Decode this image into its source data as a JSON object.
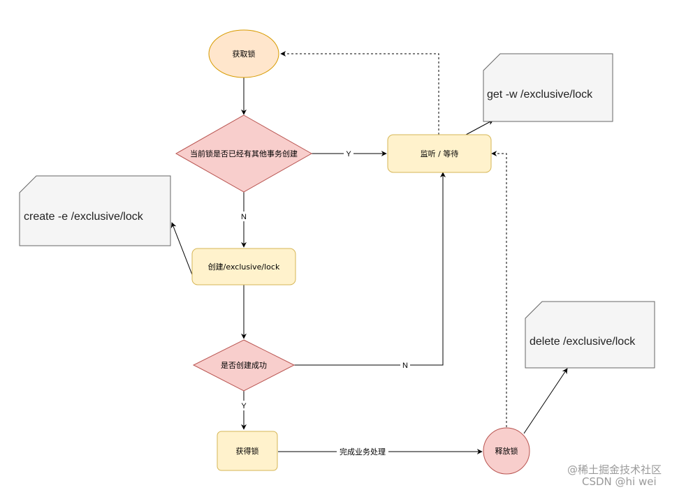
{
  "nodes": {
    "acquire_lock": "获取锁",
    "check_other_tx": "当前锁是否已经有其他事务创建",
    "watch_wait": "监听 / 等待",
    "create_node": "创建/exclusive/lock",
    "create_success": "是否创建成功",
    "got_lock": "获得锁",
    "release_lock": "释放锁"
  },
  "notes": {
    "get_cmd": "get  -w  /exclusive/lock",
    "create_cmd": "create  -e  /exclusive/lock",
    "delete_cmd": "delete   /exclusive/lock"
  },
  "edges": {
    "check_yes": "Y",
    "check_no": "N",
    "success_no": "N",
    "success_yes": "Y",
    "finish_business": "完成业务处理"
  },
  "watermark": {
    "line1": "@稀土掘金技术社区",
    "line2": "CSDN @hi wei"
  },
  "colors": {
    "ellipse_fill": "#ffe6cc",
    "ellipse_stroke": "#d79b00",
    "diamond_fill": "#f8cecc",
    "diamond_stroke": "#b85450",
    "process_fill": "#fff2cc",
    "process_stroke": "#d6b656",
    "note_fill": "#f5f5f5",
    "note_stroke": "#666666"
  }
}
